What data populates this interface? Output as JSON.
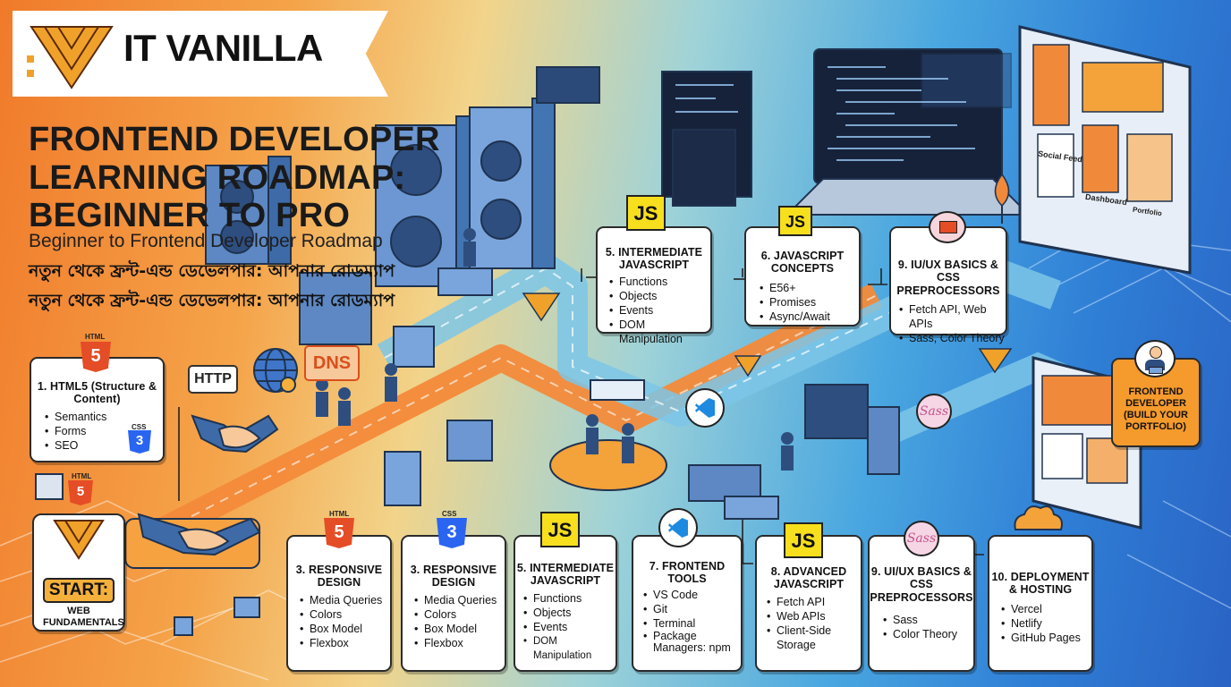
{
  "logo": {
    "text": "IT VANILLA"
  },
  "title_lines": [
    "FRONTEND DEVELOPER",
    "LEARNING ROADMAP:",
    "BEGINNER TO PRO"
  ],
  "subtitle": "Beginner to Frontend Developer Roadmap",
  "bengali_lines": [
    "নতুন থেকে ফ্রন্ট-এন্ড ডেভেলপার: আপনার রোডম্যাপ",
    "নতুন থেকে ফ্রন্ট-এন্ড ডেভেলপার: আপনার রোডম্যাপ"
  ],
  "labels": {
    "http": "HTTP",
    "dns": "DNS",
    "html": "HTML",
    "css": "CSS",
    "js": "JS",
    "sass": "Sass"
  },
  "start": {
    "label": "START:",
    "sub": "WEB FUNDAMENTALS"
  },
  "screen_labels": [
    "Social Feed",
    "Dashboard",
    "Portfolio"
  ],
  "goal": {
    "title": "FRONTEND DEVELOPER (BUILD YOUR PORTFOLIO)"
  },
  "cards": {
    "html5": {
      "title": "1. HTML5 (Structure & Content)",
      "items": [
        "Semantics",
        "Forms",
        "SEO"
      ]
    },
    "responsive_a": {
      "title": "3. RESPONSIVE DESIGN",
      "items": [
        "Media Queries",
        "Colors",
        "Box Model",
        "Flexbox"
      ]
    },
    "responsive_b": {
      "title": "3. RESPONSIVE DESIGN",
      "items": [
        "Media Queries",
        "Colors",
        "Box Model",
        "Flexbox"
      ]
    },
    "intermediate_js_bottom": {
      "title": "5. INTERMEDIATE JAVASCRIPT",
      "items": [
        "Functions",
        "Objects",
        "Events",
        "DOM Manipulation"
      ]
    },
    "frontend_tools": {
      "title": "7. FRONTEND TOOLS",
      "items": [
        "VS Code",
        "Git",
        "Terminal",
        "Package Managers: npm"
      ]
    },
    "advanced_js": {
      "title": "8. ADVANCED JAVASCRIPT",
      "items": [
        "Fetch API",
        "Web APIs",
        "Client-Side Storage"
      ]
    },
    "uiux_bottom": {
      "title": "9. UI/UX BASICS & CSS PREPROCESSORS",
      "items": [
        "Sass",
        "Color Theory"
      ]
    },
    "deployment": {
      "title": "10. DEPLOYMENT & HOSTING",
      "items": [
        "Vercel",
        "Netlify",
        "GitHub Pages"
      ]
    },
    "intermediate_js_top": {
      "title": "5. INTERMEDIATE JAVASCRIPT",
      "items": [
        "Functions",
        "Objects",
        "Events",
        "DOM Manipulation"
      ]
    },
    "js_concepts": {
      "title": "6. JAVASCRIPT CONCEPTS",
      "items": [
        "E56+",
        "Promises",
        "Async/Await"
      ]
    },
    "uiux_top": {
      "title": "9. IU/UX BASICS & CSS PREPROCESSORS",
      "items": [
        "Fetch API, Web APIs",
        "Sass, Color Theory"
      ]
    }
  },
  "colors": {
    "html_orange": "#e44d26",
    "css_blue": "#2965f1",
    "js_yellow": "#f7df1e",
    "vs_blue": "#1d8ae0",
    "road_blue": "#7cc6e8",
    "road_orange": "#f38a3a"
  },
  "icons": [
    "vanilla-logo-icon",
    "html5-icon",
    "css3-icon",
    "js-icon",
    "vscode-icon",
    "sass-icon",
    "globe-icon",
    "cloud-icon",
    "handshake-icon",
    "server-icon",
    "laptop-icon",
    "monitor-icon",
    "developer-avatar-icon",
    "dns-icon"
  ]
}
